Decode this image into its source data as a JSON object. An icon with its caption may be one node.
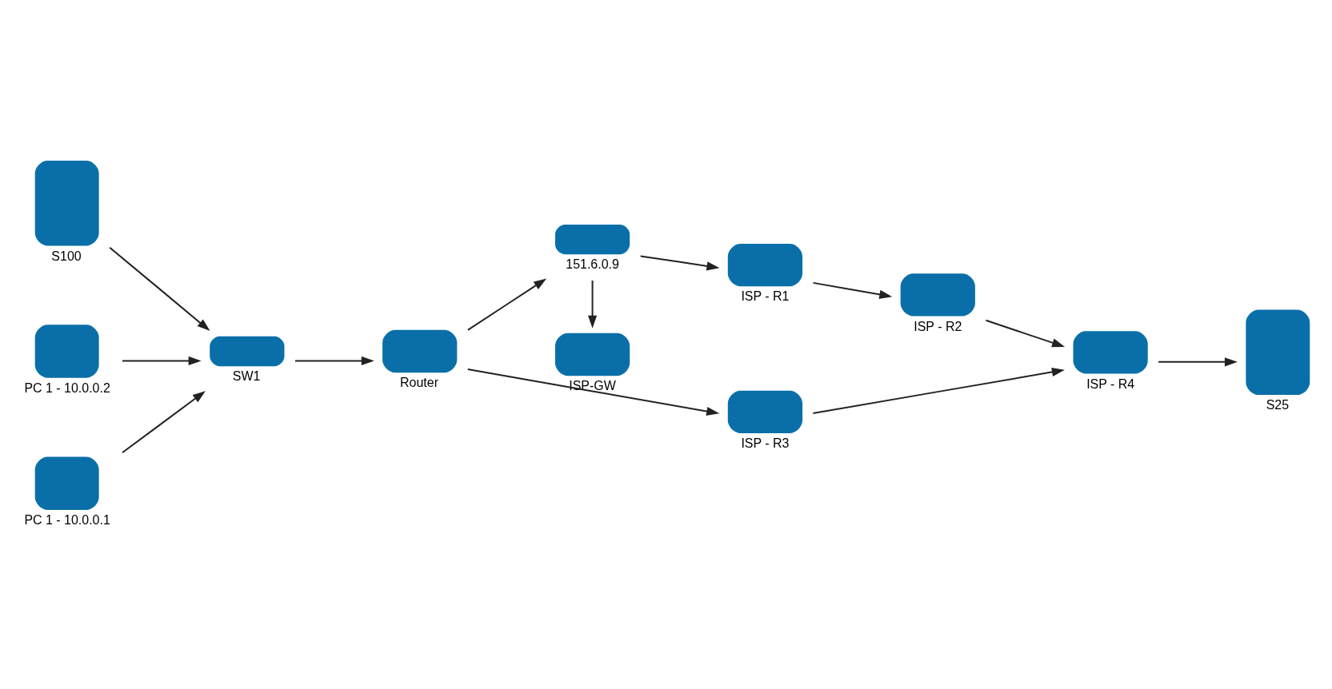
{
  "diagram": {
    "nodes": [
      {
        "text": [
          "ISP-GW"
        ]
      },
      {
        "text": [
          "S100"
        ]
      },
      {
        "text": [
          "151.6.0.9"
        ]
      },
      {
        "text": [
          "ISP - R1"
        ]
      },
      {
        "text": [
          "ISP - R2"
        ]
      },
      {
        "text": [
          "PC 1 - 10.0.0.2"
        ]
      },
      {
        "text": [
          "SW1"
        ]
      },
      {
        "text": [
          "Router"
        ]
      },
      {
        "text": [
          "ISP - R3"
        ]
      },
      {
        "text": [
          "ISP - R4"
        ]
      },
      {
        "text": [
          "S25"
        ]
      },
      {
        "text": [
          "PC 1 - 10.0.0.1"
        ]
      }
    ],
    "edges": [
      {
        "from": 1,
        "to": 6,
        "arrow": "to"
      },
      {
        "from": 5,
        "to": 6,
        "arrow": "to"
      },
      {
        "from": 11,
        "to": 6,
        "arrow": "to"
      },
      {
        "from": 6,
        "to": 7,
        "arrow": "to"
      },
      {
        "from": 7,
        "to": 2,
        "arrow": "to"
      },
      {
        "from": 2,
        "to": 0,
        "arrow": "to"
      },
      {
        "from": 2,
        "to": 3,
        "arrow": "to"
      },
      {
        "from": 3,
        "to": 4,
        "arrow": "to"
      },
      {
        "from": 4,
        "to": 9,
        "arrow": "to"
      },
      {
        "from": 7,
        "to": 8,
        "arrow": "to"
      },
      {
        "from": 8,
        "to": 9,
        "arrow": "to"
      },
      {
        "from": 9,
        "to": 10,
        "arrow": "to"
      }
    ]
  }
}
